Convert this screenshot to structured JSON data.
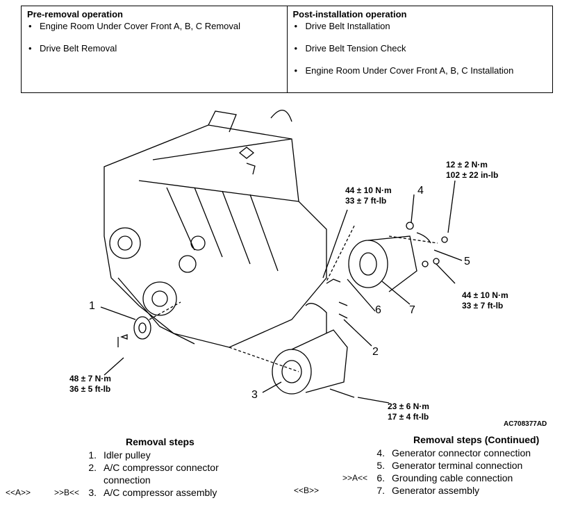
{
  "operations": {
    "pre": {
      "title": "Pre-removal operation",
      "items": [
        "Engine Room Under Cover Front A, B, C Removal",
        "Drive Belt Removal"
      ]
    },
    "post": {
      "title": "Post-installation operation",
      "items": [
        "Drive Belt Installation",
        "Drive Belt Tension Check",
        "Engine Room Under Cover Front A, B, C Installation"
      ]
    }
  },
  "diagram": {
    "torques": {
      "t1": [
        "12 ± 2 N·m",
        "102 ± 22 in-lb"
      ],
      "t2": [
        "44 ± 10 N·m",
        "33 ± 7 ft-lb"
      ],
      "t3": [
        "44 ± 10 N·m",
        "33 ± 7 ft-lb"
      ],
      "t4": [
        "48 ± 7 N·m",
        "36 ± 5 ft-lb"
      ],
      "t5": [
        "23 ± 6 N·m",
        "17 ± 4 ft-lb"
      ]
    },
    "callouts": [
      "1",
      "2",
      "3",
      "4",
      "5",
      "6",
      "7"
    ],
    "code": "AC708377AD"
  },
  "steps": {
    "left_title": "Removal steps",
    "left": [
      {
        "n": "1.",
        "text": "Idler pulley"
      },
      {
        "n": "2.",
        "text": "A/C compressor connector"
      },
      {
        "n": "",
        "text": "connection"
      },
      {
        "n": "3.",
        "text": "A/C compressor assembly"
      }
    ],
    "right_title": "Removal steps (Continued)",
    "right": [
      {
        "n": "4.",
        "text": "Generator connector connection"
      },
      {
        "n": "5.",
        "text": "Generator terminal connection"
      },
      {
        "n": "6.",
        "text": "Grounding cable connection"
      },
      {
        "n": "7.",
        "text": "Generator assembly"
      }
    ],
    "marks": {
      "a": "<<A>>",
      "b": ">>B<<",
      "c": ">>A<<",
      "d": "<<B>>"
    }
  }
}
